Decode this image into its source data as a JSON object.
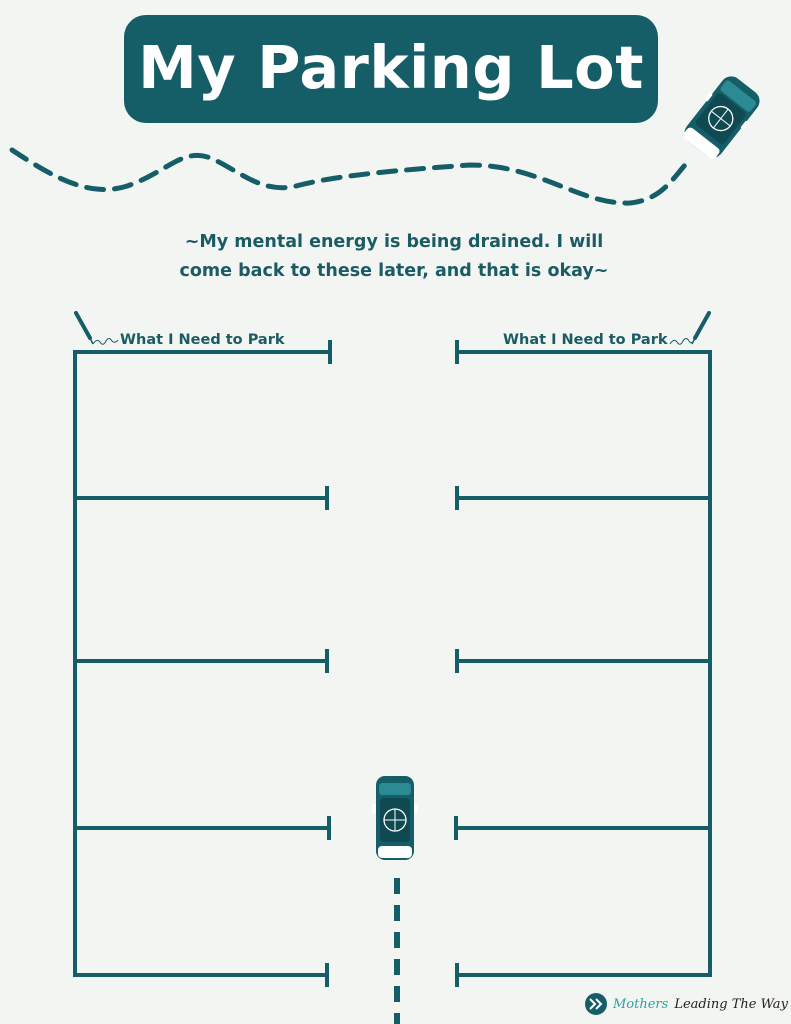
{
  "header": {
    "title": "My Parking Lot"
  },
  "intro": {
    "text": "~My mental energy is being drained. I will come back to these later, and that is okay~"
  },
  "columns": {
    "left_label": "What I Need to Park",
    "right_label": "What I Need to Park"
  },
  "brand": {
    "word_1": "Mothers",
    "word_2": "Leading The Way"
  },
  "colors": {
    "accent": "#155e67",
    "text": "#1b5b64",
    "background": "#f3f5f2",
    "brand_teal": "#2aa3a3"
  },
  "icons": [
    "car-icon",
    "pen-icon",
    "brand-logo-icon"
  ]
}
